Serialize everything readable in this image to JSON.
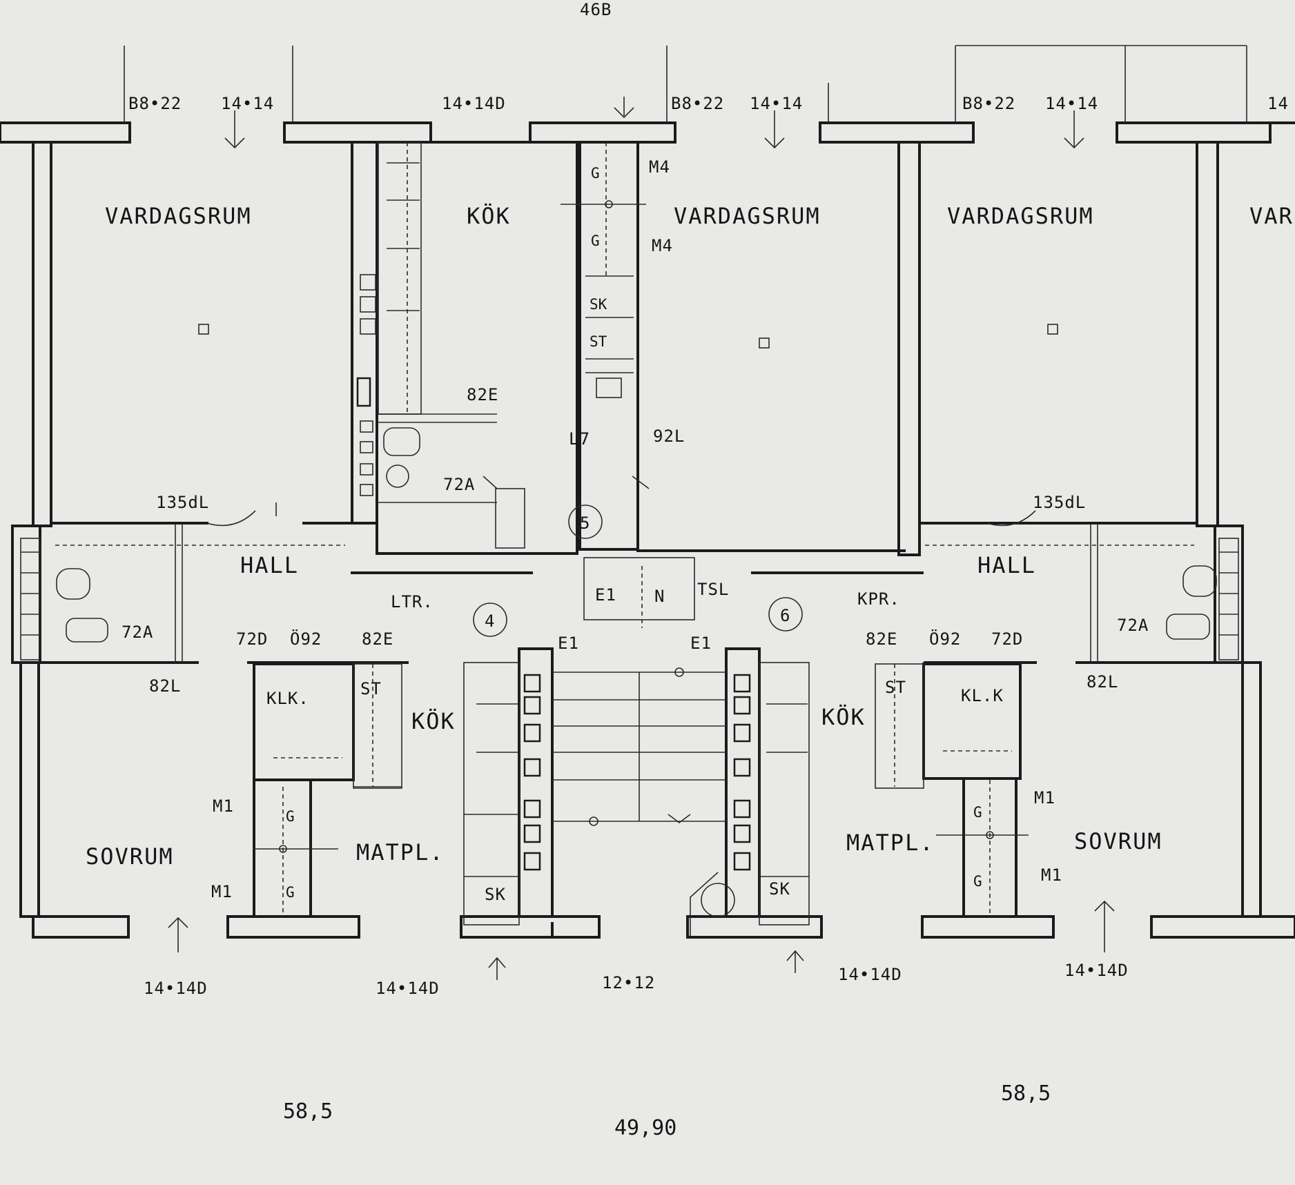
{
  "top_label": "46B",
  "rooms": {
    "vardagsrum": "VARDAGSRUM",
    "vardagsrum_cut": "VAR",
    "kok": "KÖK",
    "hall": "HALL",
    "sovrum": "SOVRUM",
    "matpl": "MATPL.",
    "klk": "KLK.",
    "klk_right": "KL.K",
    "sk": "SK",
    "st": "ST",
    "g": "G",
    "ltr": "LTR.",
    "kpr": "KPR.",
    "n": "N",
    "tsl": "TSL"
  },
  "codes": {
    "b8_22": "B8•22",
    "w14_14": "14•14",
    "w14_14_cut": "14",
    "w14_14d": "14•14D",
    "w12_12": "12•12",
    "m4": "M4",
    "m1": "M1",
    "e82": "82E",
    "l7": "L7",
    "l92": "92L",
    "a72": "72A",
    "dl135": "135dL",
    "d72": "72D",
    "d092": "Ö92",
    "l82": "82L",
    "e1": "E1"
  },
  "circles": [
    "5",
    "4",
    "6"
  ],
  "areas": {
    "left": "58,5",
    "right": "58,5",
    "center": "49,90"
  }
}
